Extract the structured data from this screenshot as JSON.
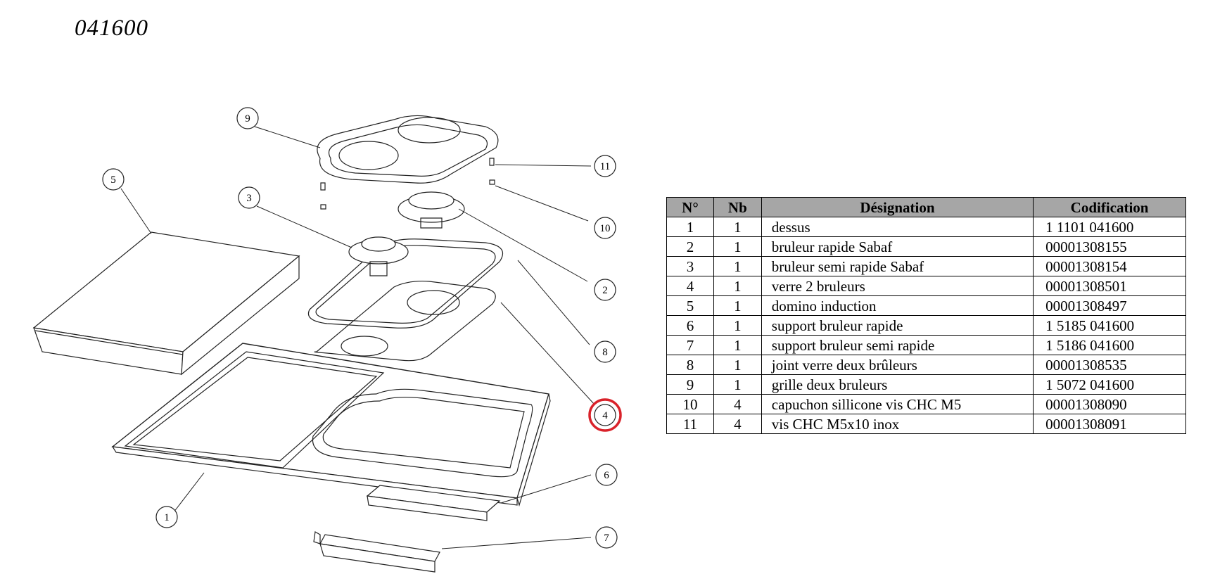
{
  "title": "041600",
  "callouts": [
    "1",
    "2",
    "3",
    "4",
    "5",
    "6",
    "7",
    "8",
    "9",
    "10",
    "11"
  ],
  "highlight_color": "#d9222a",
  "table": {
    "headers": {
      "num": "N°",
      "qty": "Nb",
      "designation": "Désignation",
      "code": "Codification"
    },
    "rows": [
      {
        "num": "1",
        "qty": "1",
        "designation": "dessus",
        "code": "1 1101 041600"
      },
      {
        "num": "2",
        "qty": "1",
        "designation": "bruleur rapide Sabaf",
        "code": "00001308155"
      },
      {
        "num": "3",
        "qty": "1",
        "designation": "bruleur semi rapide Sabaf",
        "code": "00001308154"
      },
      {
        "num": "4",
        "qty": "1",
        "designation": "verre 2 bruleurs",
        "code": "00001308501"
      },
      {
        "num": "5",
        "qty": "1",
        "designation": "domino induction",
        "code": "00001308497"
      },
      {
        "num": "6",
        "qty": "1",
        "designation": "support bruleur rapide",
        "code": "1 5185 041600"
      },
      {
        "num": "7",
        "qty": "1",
        "designation": "support bruleur semi rapide",
        "code": "1 5186 041600"
      },
      {
        "num": "8",
        "qty": "1",
        "designation": "joint verre deux brûleurs",
        "code": "00001308535"
      },
      {
        "num": "9",
        "qty": "1",
        "designation": "grille deux bruleurs",
        "code": "1 5072 041600"
      },
      {
        "num": "10",
        "qty": "4",
        "designation": "capuchon sillicone vis CHC M5",
        "code": "00001308090"
      },
      {
        "num": "11",
        "qty": "4",
        "designation": "vis CHC M5x10 inox",
        "code": "00001308091"
      }
    ]
  }
}
